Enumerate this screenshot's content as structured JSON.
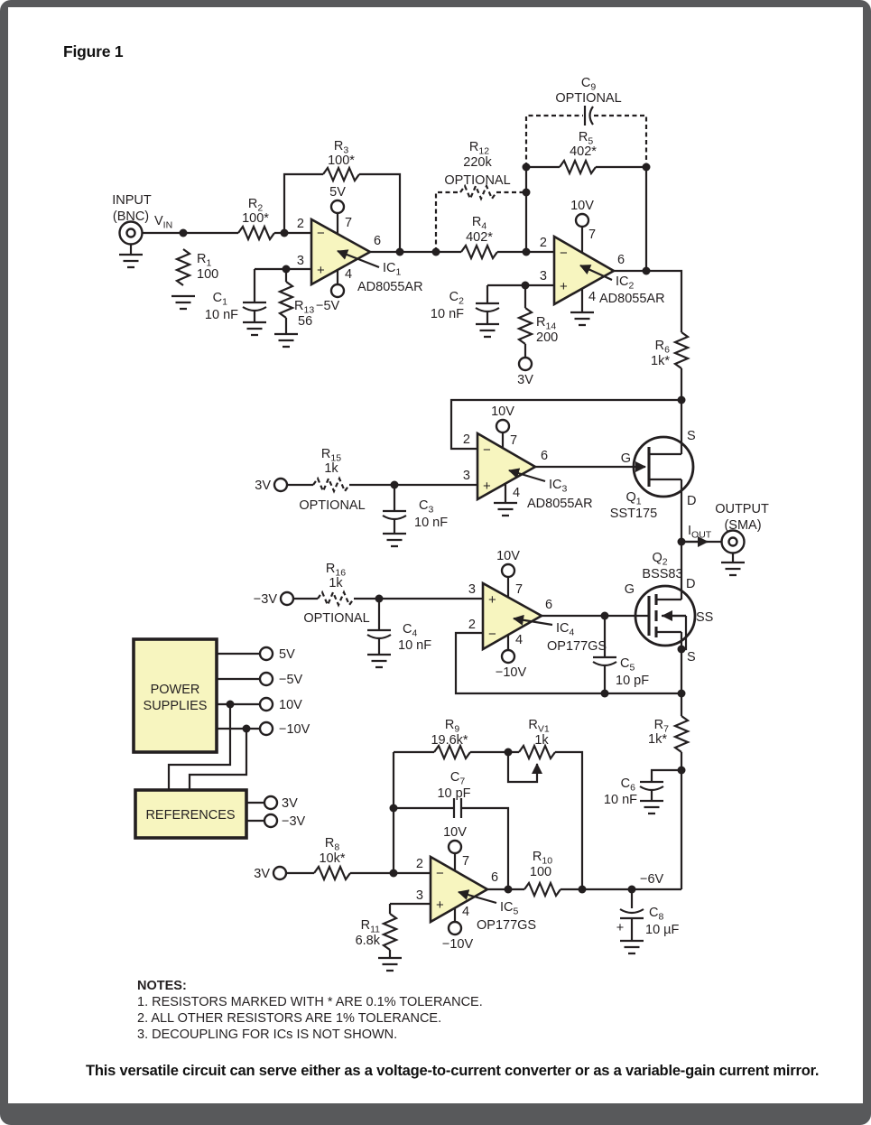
{
  "page": {
    "figure_label": "Figure 1",
    "caption": "This versatile circuit can serve either as a voltage-to-current converter or as a variable-gain current mirror.",
    "notes_title": "NOTES:",
    "notes": [
      "1. RESISTORS MARKED WITH * ARE 0.1% TOLERANCE.",
      "2. ALL OTHER RESISTORS ARE 1% TOLERANCE.",
      "3. DECOUPLING FOR ICs IS NOT SHOWN."
    ]
  },
  "colors": {
    "component_fill": "#f7f5bf",
    "line": "#231f20",
    "border": "#58595b"
  },
  "io": {
    "input_line1": "INPUT",
    "input_line2": "(BNC)",
    "vin_ref": "V",
    "vin_sub": "IN",
    "output_line1": "OUTPUT",
    "output_line2": "(SMA)",
    "iout_ref": "I",
    "iout_sub": "OUT"
  },
  "signs": {
    "plus": "+",
    "minus": "−"
  },
  "pins": {
    "inv": "2",
    "non": "3",
    "out": "6",
    "vp": "7",
    "vm": "4"
  },
  "supplies": {
    "p5": "5V",
    "m5": "−5V",
    "p10": "10V",
    "m10": "−10V",
    "p3": "3V",
    "m3": "−3V",
    "m6": "−6V"
  },
  "blocks": {
    "power_line1": "POWER",
    "power_line2": "SUPPLIES",
    "references": "REFERENCES"
  },
  "ics": {
    "ic1": {
      "ref": "IC",
      "sub": "1",
      "part": "AD8055AR"
    },
    "ic2": {
      "ref": "IC",
      "sub": "2",
      "part": "AD8055AR"
    },
    "ic3": {
      "ref": "IC",
      "sub": "3",
      "part": "AD8055AR"
    },
    "ic4": {
      "ref": "IC",
      "sub": "4",
      "part": "OP177GS"
    },
    "ic5": {
      "ref": "IC",
      "sub": "5",
      "part": "OP177GS"
    }
  },
  "transistors": {
    "q1": {
      "ref": "Q",
      "sub": "1",
      "part": "SST175",
      "pin_g": "G",
      "pin_s": "S",
      "pin_d": "D"
    },
    "q2": {
      "ref": "Q",
      "sub": "2",
      "part": "BSS83",
      "pin_g": "G",
      "pin_s": "S",
      "pin_d": "D",
      "pin_ss": "SS"
    }
  },
  "resistors": {
    "r1": {
      "ref": "R",
      "sub": "1",
      "value": "100"
    },
    "r2": {
      "ref": "R",
      "sub": "2",
      "value": "100*"
    },
    "r3": {
      "ref": "R",
      "sub": "3",
      "value": "100*"
    },
    "r4": {
      "ref": "R",
      "sub": "4",
      "value": "402*"
    },
    "r5": {
      "ref": "R",
      "sub": "5",
      "value": "402*"
    },
    "r6": {
      "ref": "R",
      "sub": "6",
      "value": "1k*"
    },
    "r7": {
      "ref": "R",
      "sub": "7",
      "value": "1k*"
    },
    "r8": {
      "ref": "R",
      "sub": "8",
      "value": "10k*"
    },
    "r9": {
      "ref": "R",
      "sub": "9",
      "value": "19.6k*"
    },
    "r10": {
      "ref": "R",
      "sub": "10",
      "value": "100"
    },
    "r11": {
      "ref": "R",
      "sub": "11",
      "value": "6.8k"
    },
    "r12": {
      "ref": "R",
      "sub": "12",
      "value": "220k",
      "note": "OPTIONAL"
    },
    "r13": {
      "ref": "R",
      "sub": "13",
      "value": "56"
    },
    "r14": {
      "ref": "R",
      "sub": "14",
      "value": "200"
    },
    "r15": {
      "ref": "R",
      "sub": "15",
      "value": "1k",
      "note": "OPTIONAL"
    },
    "r16": {
      "ref": "R",
      "sub": "16",
      "value": "1k",
      "note": "OPTIONAL"
    },
    "rv1": {
      "ref": "R",
      "sub": "V1",
      "value": "1k"
    }
  },
  "capacitors": {
    "c1": {
      "ref": "C",
      "sub": "1",
      "value": "10 nF"
    },
    "c2": {
      "ref": "C",
      "sub": "2",
      "value": "10 nF"
    },
    "c3": {
      "ref": "C",
      "sub": "3",
      "value": "10 nF"
    },
    "c4": {
      "ref": "C",
      "sub": "4",
      "value": "10 nF"
    },
    "c5": {
      "ref": "C",
      "sub": "5",
      "value": "10 pF"
    },
    "c6": {
      "ref": "C",
      "sub": "6",
      "value": "10 nF"
    },
    "c7": {
      "ref": "C",
      "sub": "7",
      "value": "10 pF"
    },
    "c8": {
      "ref": "C",
      "sub": "8",
      "value": "10 µF",
      "polarity": "+"
    },
    "c9": {
      "ref": "C",
      "sub": "9",
      "note": "OPTIONAL"
    }
  }
}
